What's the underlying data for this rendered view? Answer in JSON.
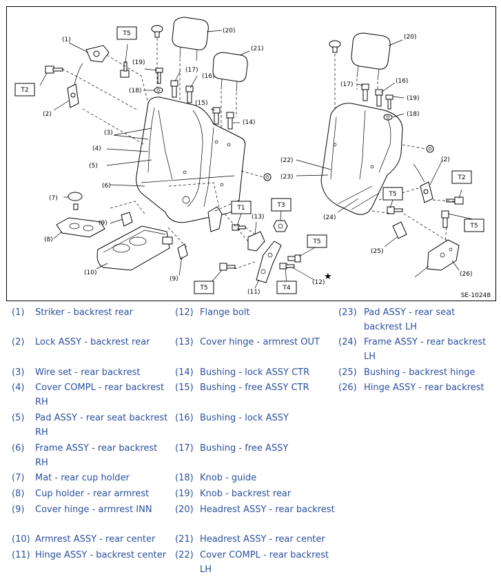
{
  "figure": {
    "code": "SE-10248",
    "star_glyph": "★",
    "callouts": [
      "(1)",
      "(2)",
      "(3)",
      "(4)",
      "(5)",
      "(6)",
      "(7)",
      "(8)",
      "(9)",
      "(9)",
      "(10)",
      "(11)",
      "(12)",
      "(13)",
      "(14)",
      "(15)",
      "(16)",
      "(16)",
      "(17)",
      "(17)",
      "(18)",
      "(18)",
      "(19)",
      "(19)",
      "(20)",
      "(20)",
      "(21)",
      "(22)",
      "(23)",
      "(24)",
      "(25)",
      "(26)",
      "(2)"
    ],
    "torque_boxes": [
      "T5",
      "T2",
      "T1",
      "T3",
      "T5",
      "T4",
      "T5",
      "T5",
      "T2",
      "T5"
    ]
  },
  "legend": [
    {
      "num": "(1)",
      "text": "Striker - backrest rear"
    },
    {
      "num": "(2)",
      "text": "Lock ASSY - backrest rear"
    },
    {
      "num": "(3)",
      "text": "Wire set - rear backrest"
    },
    {
      "num": "(4)",
      "text": "Cover COMPL - rear backrest RH"
    },
    {
      "num": "(5)",
      "text": "Pad ASSY - rear seat backrest RH"
    },
    {
      "num": "(6)",
      "text": "Frame ASSY - rear backrest RH"
    },
    {
      "num": "(7)",
      "text": "Mat - rear cup holder"
    },
    {
      "num": "(8)",
      "text": "Cup holder - rear armrest"
    },
    {
      "num": "(9)",
      "text": "Cover hinge - armrest INN"
    },
    {
      "num": "(10)",
      "text": "Armrest ASSY - rear center"
    },
    {
      "num": "(11)",
      "text": "Hinge ASSY - backrest center"
    },
    {
      "num": "(12)",
      "text": "Flange bolt"
    },
    {
      "num": "(13)",
      "text": "Cover hinge - armrest OUT"
    },
    {
      "num": "(14)",
      "text": "Bushing - lock ASSY CTR"
    },
    {
      "num": "(15)",
      "text": "Bushing - free ASSY CTR"
    },
    {
      "num": "(16)",
      "text": "Bushing - lock ASSY"
    },
    {
      "num": "(17)",
      "text": "Bushing - free ASSY"
    },
    {
      "num": "(18)",
      "text": "Knob - guide"
    },
    {
      "num": "(19)",
      "text": "Knob - backrest rear"
    },
    {
      "num": "(20)",
      "text": "Headrest ASSY - rear backrest"
    },
    {
      "num": "(21)",
      "text": "Headrest ASSY - rear center"
    },
    {
      "num": "(22)",
      "text": "Cover COMPL - rear backrest LH"
    },
    {
      "num": "(23)",
      "text": "Pad ASSY - rear seat backrest LH"
    },
    {
      "num": "(24)",
      "text": "Frame ASSY - rear backrest LH"
    },
    {
      "num": "(25)",
      "text": "Bushing - backrest hinge"
    },
    {
      "num": "(26)",
      "text": "Hinge ASSY - rear backrest"
    }
  ]
}
